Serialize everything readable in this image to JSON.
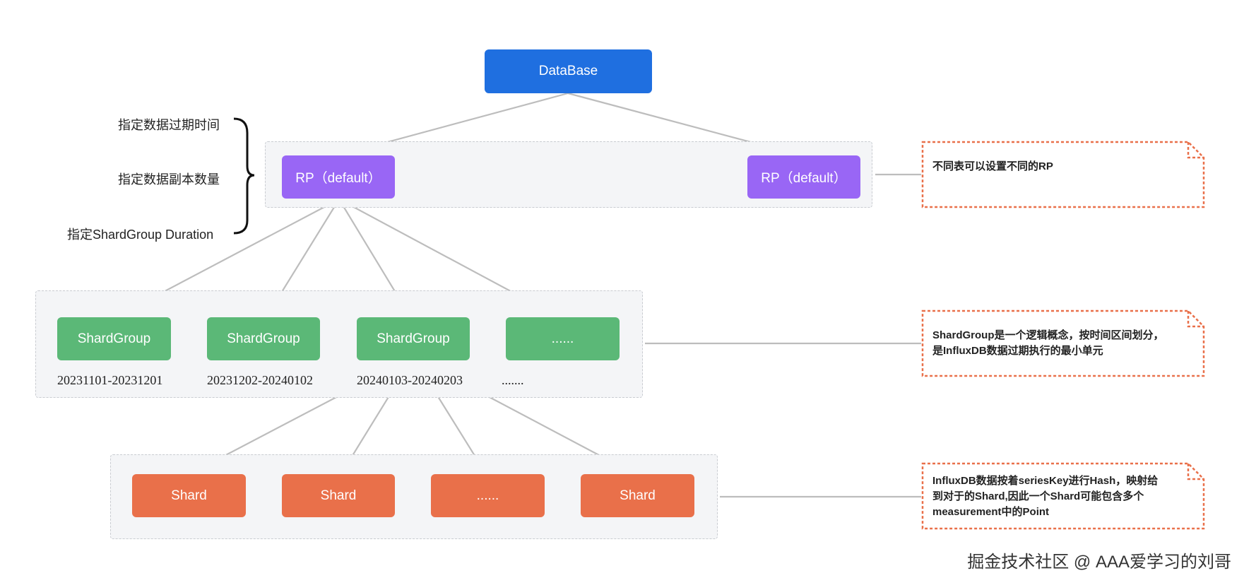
{
  "database": {
    "label": "DataBase"
  },
  "rp_annotations": [
    "指定数据过期时间",
    "指定数据副本数量",
    "指定ShardGroup Duration"
  ],
  "retention_policies": [
    {
      "label": "RP（default）"
    },
    {
      "label": "RP（default）"
    }
  ],
  "shard_groups": [
    {
      "label": "ShardGroup",
      "range": "20231101-20231201"
    },
    {
      "label": "ShardGroup",
      "range": "20231202-20240102"
    },
    {
      "label": "ShardGroup",
      "range": "20240103-20240203"
    },
    {
      "label": "......",
      "range": "......."
    }
  ],
  "shards": [
    {
      "label": "Shard"
    },
    {
      "label": "Shard"
    },
    {
      "label": "......"
    },
    {
      "label": "Shard"
    }
  ],
  "notes": [
    {
      "text": "不同表可以设置不同的RP"
    },
    {
      "text": "ShardGroup是一个逻辑概念，按时间区间划分，\n是InfluxDB数据过期执行的最小单元"
    },
    {
      "text": "InfluxDB数据按着seriesKey进行Hash，映射给\n到对于的Shard,因此一个Shard可能包含多个\nmeasurement中的Point"
    }
  ],
  "watermark": "掘金技术社区 @ AAA爱学习的刘哥",
  "colors": {
    "database": "#1f6fe0",
    "rp": "#9966f5",
    "shard_group": "#5bb877",
    "shard": "#e9704a",
    "note_border": "#e9704a",
    "arrow": "#bdbdbd"
  }
}
